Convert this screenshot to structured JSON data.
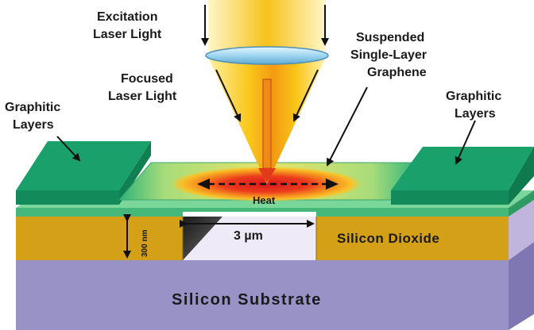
{
  "labels": {
    "excitation_line1": "Excitation",
    "excitation_line2": "Laser Light",
    "focused_line1": "Focused",
    "focused_line2": "Laser Light",
    "suspended_line1": "Suspended",
    "suspended_line2": "Single-Layer",
    "suspended_line3": "Graphene",
    "graphitic_left_line1": "Graphitic",
    "graphitic_left_line2": "Layers",
    "graphitic_right_line1": "Graphitic",
    "graphitic_right_line2": "Layers",
    "heat": "Heat",
    "thickness": "300 nm",
    "gap_width": "3 µm",
    "silicon_dioxide": "Silicon Dioxide",
    "silicon_substrate": "Silicon Substrate"
  },
  "colors": {
    "graphitic_top": "#1a9f6a",
    "graphitic_side": "#0f7a4e",
    "graphene_sheet": "#6fce8f",
    "oxide_front": "#d4a017",
    "oxide_top": "#e6b833",
    "substrate_front": "#9a93c8",
    "substrate_top": "#bab4de",
    "substrate_side": "#8078b3",
    "hot_spot": "#e8261b",
    "laser_cone": "#f7c21a",
    "lens": "#9fd6f0"
  }
}
